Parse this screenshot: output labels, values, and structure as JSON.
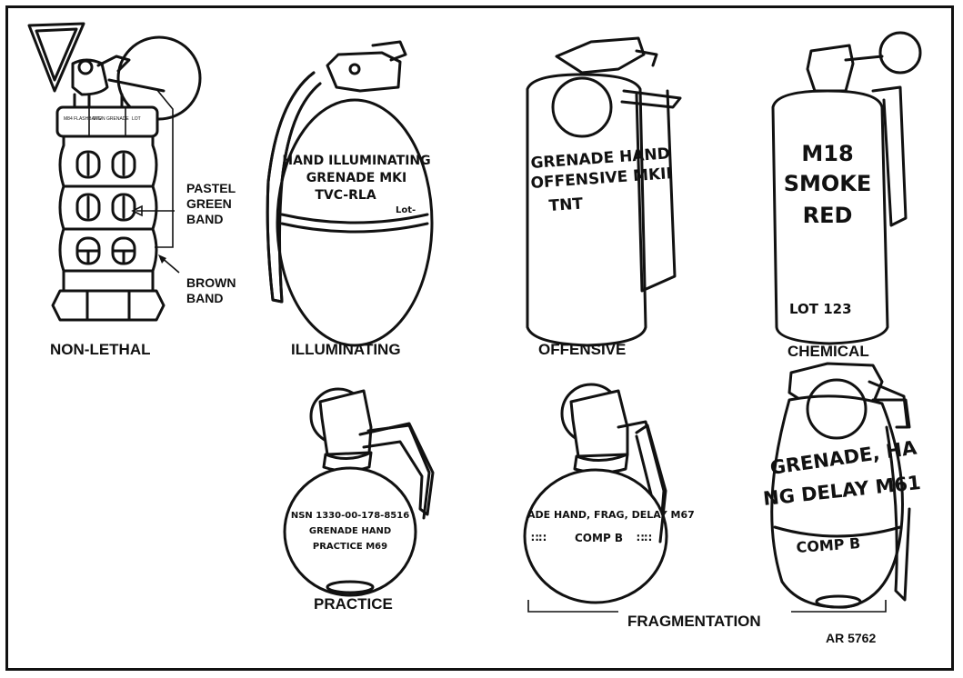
{
  "labels": {
    "non_lethal": "NON-LETHAL",
    "illuminating": "ILLUMINATING",
    "offensive": "OFFENSIVE",
    "chemical": "CHEMICAL",
    "practice": "PRACTICE",
    "fragmentation": "FRAGMENTATION",
    "figure_id": "AR 5762"
  },
  "callouts": {
    "pastel_1": "PASTEL",
    "pastel_2": "GREEN",
    "pastel_3": "BAND",
    "brown_1": "BROWN",
    "brown_2": "BAND"
  },
  "stencils": {
    "illum_1": "HAND ILLUMINATING",
    "illum_2": "GRENADE MKI",
    "illum_3": "TVC-RLA",
    "illum_lot": "Lot-",
    "off_1": "GRENADE HAND",
    "off_2": "OFFENSIVE MKII",
    "off_3": "TNT",
    "chem_1": "M18",
    "chem_2": "SMOKE",
    "chem_3": "RED",
    "chem_lot": "LOT 123",
    "prac_1": "NSN 1330-00-178-8516",
    "prac_2": "GRENADE HAND",
    "prac_3": "PRACTICE M69",
    "frag1_1": "ADE HAND, FRAG, DELAY M67",
    "frag1_2": "COMP B",
    "frag2_1": "GRENADE, HA",
    "frag2_2": "NG DELAY M61",
    "frag2_3": "COMP B",
    "nl_top_1": "M84 FLASHBANG",
    "nl_top_2": "STUN GRENADE",
    "nl_top_3": "LOT"
  }
}
